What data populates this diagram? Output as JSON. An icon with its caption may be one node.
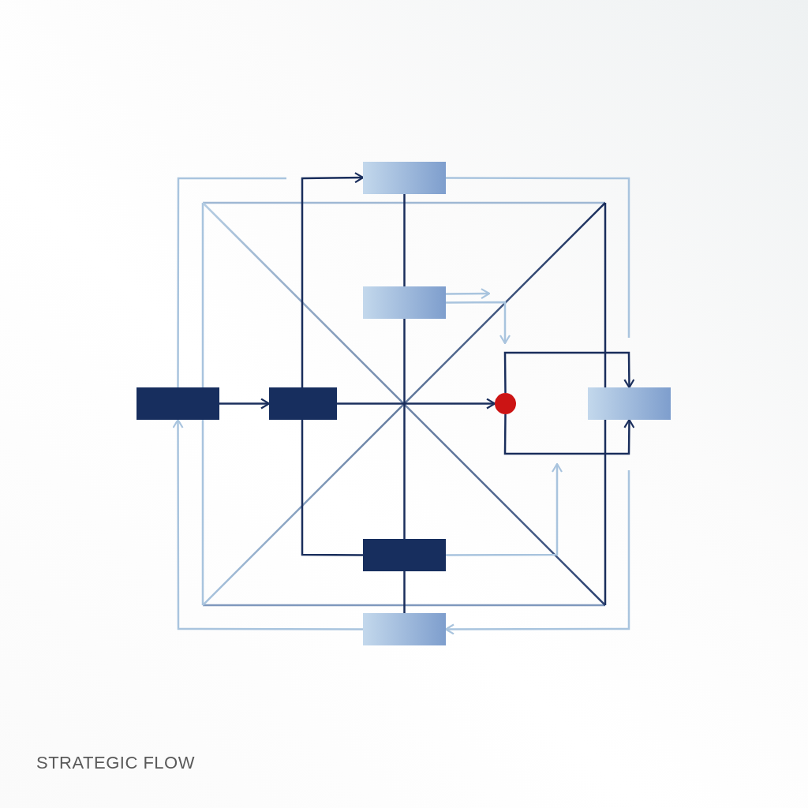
{
  "diagram": {
    "title": "STRATEGIC FLOW",
    "nodes": [
      {
        "text": [],
        "shape": "box"
      },
      {
        "text": [],
        "shape": "box"
      },
      {
        "text": [],
        "shape": "box"
      },
      {
        "text": [],
        "shape": "box"
      },
      {
        "text": [],
        "shape": "circle"
      },
      {
        "text": [],
        "shape": "box"
      },
      {
        "text": [],
        "shape": "box"
      },
      {
        "text": [],
        "shape": "box"
      }
    ],
    "edges": [
      {
        "from": 2,
        "to": 3,
        "arrow": "to"
      },
      {
        "from": 3,
        "to": 4,
        "arrow": "to"
      },
      {
        "from": 3,
        "to": 0,
        "arrow": "to"
      },
      {
        "from": 4,
        "to": 5,
        "arrow": "to"
      },
      {
        "from": 4,
        "to": 5,
        "arrow": "to"
      },
      {
        "from": 0,
        "to": 1,
        "arrow": "none"
      },
      {
        "from": 1,
        "to": 6,
        "arrow": "none"
      },
      {
        "from": 6,
        "to": 7,
        "arrow": "none"
      },
      {
        "from": 1,
        "to": null,
        "arrow": "to",
        "color": "#a9c4de"
      },
      {
        "from": 1,
        "to": null,
        "arrow": "to",
        "color": "#a9c4de"
      },
      {
        "from": 6,
        "to": null,
        "arrow": "to",
        "color": "#a9c4de"
      },
      {
        "from": null,
        "to": 7,
        "arrow": "to",
        "color": "#a9c4de"
      },
      {
        "from": 7,
        "to": 2,
        "arrow": "to",
        "color": "#a9c4de"
      },
      {
        "from": 2,
        "to": null,
        "arrow": "none",
        "color": "#a9c4de"
      },
      {
        "from": 0,
        "to": null,
        "arrow": "none",
        "color": "#a9c4de"
      },
      {
        "from": 6,
        "to": 3,
        "arrow": "none"
      }
    ]
  }
}
